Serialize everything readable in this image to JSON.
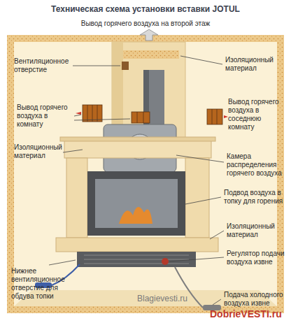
{
  "diagram": {
    "title": "Техническая схема установки вставки JOTUL",
    "labels": [
      "Вывод горячего воздуха на второй этаж",
      "Вентиляционное отверстие",
      "Изоляционный материал",
      "Вывод горячего воздуха в комнату",
      "Вывод горячего воздуха в соседнюю комнату",
      "Изоляционный материал",
      "Камера распределения горячего воздуха",
      "Подвод воздуха в топку для горения",
      "Изоляционный материал",
      "Регулятор подачи воздуха извне",
      "Нижнее вентиляционное отверстие для обдува топки",
      "Подача холодного воздуха извне",
      "Blagievesti.ru",
      "DobrieVESTI.ru"
    ]
  }
}
